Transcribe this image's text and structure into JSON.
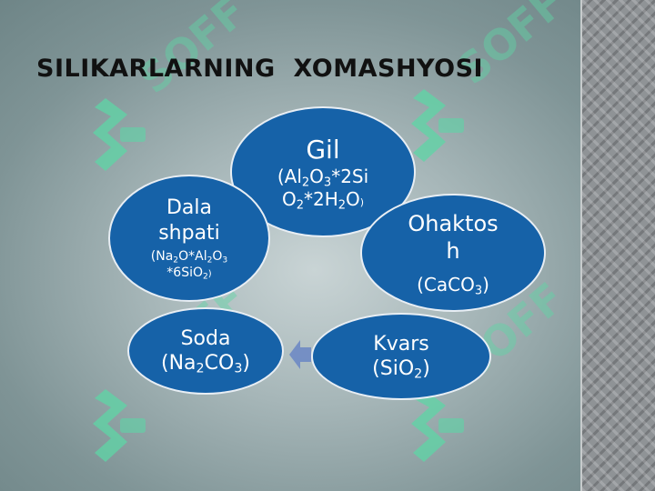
{
  "title": "SILIKARLARNING  XOMASHYOSI",
  "watermark": {
    "text": "SOFF",
    "color": "#5ed6a6",
    "icon": "soff-logo-icon"
  },
  "colors": {
    "ellipse_fill": "#1662a8",
    "ellipse_border": "#e8eef4",
    "arrow": "#6a86c4"
  },
  "materials": {
    "gil": {
      "name": "Gil",
      "formula": {
        "l1a": "(Al",
        "l1b": "2",
        "l1c": "O",
        "l1d": "3",
        "l1e": "*2Si",
        "l2a": "O",
        "l2b": "2",
        "l2c": "*2H",
        "l2d": "2",
        "l2e": "O",
        "l2f": ")"
      }
    },
    "ohaktosh": {
      "name_l1": "Ohaktos",
      "name_l2": "h",
      "formula": {
        "a": "(CaCO",
        "b": "3",
        "c": ")"
      }
    },
    "kvars": {
      "name": "Kvars",
      "formula": {
        "a": "(SiO",
        "b": "2",
        "c": ")"
      }
    },
    "soda": {
      "name": "Soda",
      "formula": {
        "a": "(Na",
        "b": "2",
        "c": "CO",
        "d": "3",
        "e": ")"
      }
    },
    "dala_shpati": {
      "name_l1": "Dala",
      "name_l2": "shpati",
      "formula": {
        "l1a": "(Na",
        "l1b": "2",
        "l1c": "O*Al",
        "l1d": "2",
        "l1e": "O",
        "l1f": "3",
        "l2a": "*6SiO",
        "l2b": "2",
        "l2c": ")"
      }
    }
  }
}
